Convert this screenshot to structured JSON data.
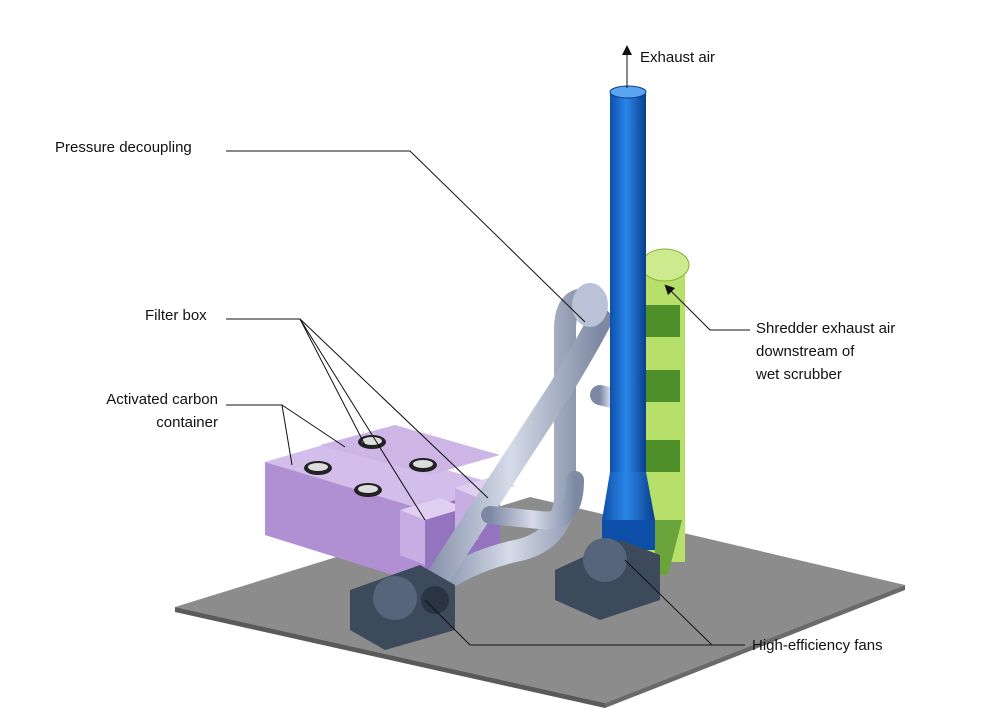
{
  "labels": {
    "exhaust_air": "Exhaust air",
    "pressure_decoupling": "Pressure decoupling",
    "filter_box": "Filter box",
    "activated_carbon": [
      "Activated carbon",
      "container"
    ],
    "shredder": [
      "Shredder exhaust air",
      "downstream of",
      "wet scrubber"
    ],
    "fans": "High-efficiency fans"
  },
  "colors": {
    "platform": "#8a8a8a",
    "container": "#b79ad6",
    "stack": "#1f6fd0",
    "duct": "#a9b3c8",
    "scrubber": "#b7e06a",
    "fan": "#3d4a5c"
  }
}
